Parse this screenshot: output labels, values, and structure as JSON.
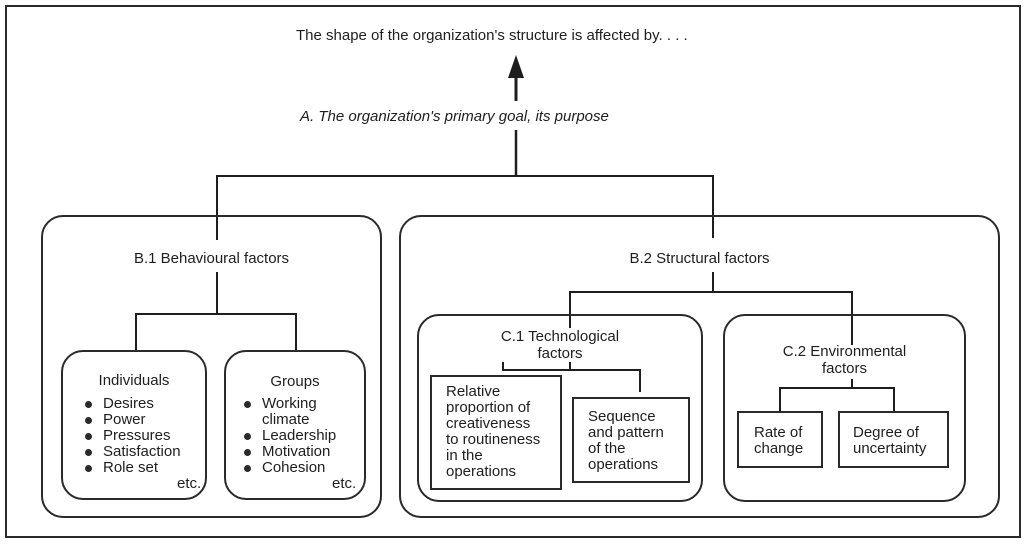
{
  "diagram": {
    "heading": "The shape of the organization's structure is affected by. . . .",
    "goal": "A. The organization's primary goal, its purpose",
    "b1": {
      "title": "B.1 Behavioural factors",
      "individuals": {
        "title": "Individuals",
        "items": [
          "Desires",
          "Power",
          "Pressures",
          "Satisfaction",
          "Role set"
        ],
        "etc": "etc."
      },
      "groups": {
        "title": "Groups",
        "items": [
          "Working climate",
          "Leadership",
          "Motivation",
          "Cohesion"
        ],
        "etc": "etc."
      }
    },
    "b2": {
      "title": "B.2 Structural factors",
      "c1": {
        "title": "C.1 Technological factors",
        "title_lines": [
          "C.1 Technological",
          "factors"
        ],
        "boxes": [
          {
            "lines": [
              "Relative",
              "proportion of",
              "creativeness",
              "to routineness",
              "in the",
              "operations"
            ]
          },
          {
            "lines": [
              "Sequence",
              "and pattern",
              "of the",
              "operations"
            ]
          }
        ]
      },
      "c2": {
        "title": "C.2 Environmental factors",
        "title_lines": [
          "C.2 Environmental",
          "factors"
        ],
        "boxes": [
          {
            "lines": [
              "Rate of",
              "change"
            ]
          },
          {
            "lines": [
              "Degree of",
              "uncertainty"
            ]
          }
        ]
      }
    }
  }
}
